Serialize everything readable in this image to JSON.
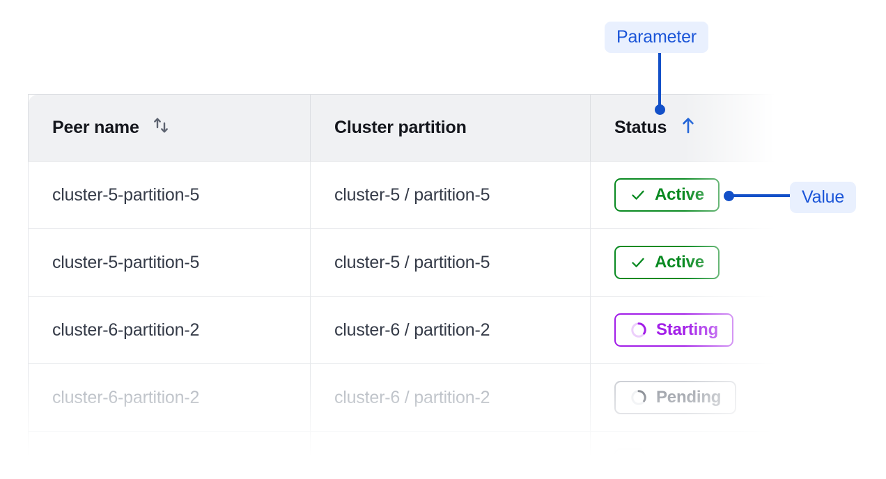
{
  "table": {
    "columns": [
      {
        "key": "peer",
        "label": "Peer name",
        "sort_icon": "sort-updown-icon",
        "sorted": false
      },
      {
        "key": "part",
        "label": "Cluster partition",
        "sort_icon": null,
        "sorted": false
      },
      {
        "key": "status",
        "label": "Status",
        "sort_icon": "arrow-up-icon",
        "sorted": true
      }
    ],
    "rows": [
      {
        "peer": "cluster-5-partition-5",
        "partition": "cluster-5 / partition-5",
        "status": {
          "label": "Active",
          "icon": "check-icon",
          "state": "active"
        },
        "dim": "none"
      },
      {
        "peer": "cluster-5-partition-5",
        "partition": "cluster-5 / partition-5",
        "status": {
          "label": "Active",
          "icon": "check-icon",
          "state": "active"
        },
        "dim": "none"
      },
      {
        "peer": "cluster-6-partition-2",
        "partition": "cluster-6 / partition-2",
        "status": {
          "label": "Starting",
          "icon": "spinner-icon",
          "state": "starting"
        },
        "dim": "none"
      },
      {
        "peer": "cluster-6-partition-2",
        "partition": "cluster-6 / partition-2",
        "status": {
          "label": "Pending",
          "icon": "spinner-icon",
          "state": "pending"
        },
        "dim": "light"
      },
      {
        "peer": "",
        "partition": "",
        "status": {
          "label": "",
          "icon": null,
          "state": "ghost"
        },
        "dim": "heavy"
      }
    ]
  },
  "annotations": [
    {
      "id": "parameter",
      "label": "Parameter",
      "points_to": "status-column-header"
    },
    {
      "id": "value",
      "label": "Value",
      "points_to": "status-badge-row-1"
    }
  ],
  "colors": {
    "accent_blue": "#1350c8",
    "annotation_bg": "#e9f0fe",
    "annotation_text": "#1b55d8",
    "active_green": "#0a8a22",
    "starting_purple": "#a21ee8",
    "pending_gray": "#8a8f98",
    "header_bg": "#f0f1f3",
    "header_text": "#14161c",
    "cell_text": "#353b48",
    "border": "#e6e8eb"
  }
}
